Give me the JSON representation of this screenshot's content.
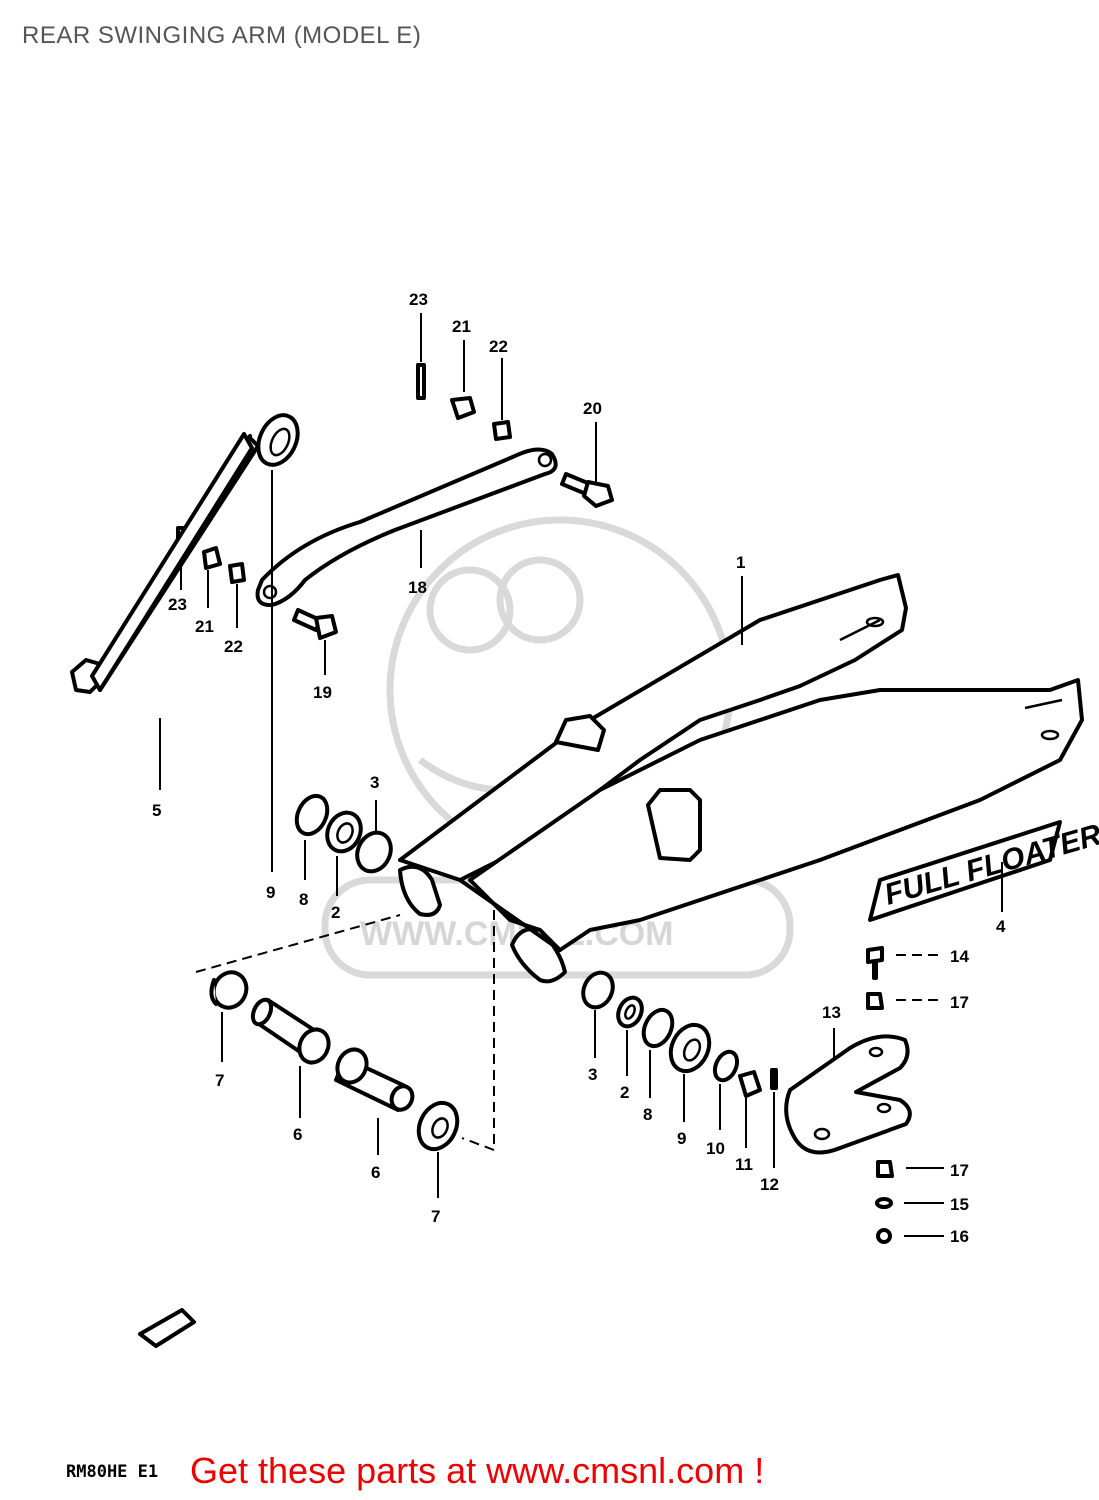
{
  "title": "REAR SWINGING ARM (MODEL E)",
  "watermark": "WWW.CMSNL.COM",
  "decal_text": "FULL FLOATER",
  "diagram_code": "RM80HE E1",
  "ad_text": "Get these parts at www.cmsnl.com !",
  "labels": {
    "p1": "1",
    "p2a": "2",
    "p2b": "2",
    "p3a": "3",
    "p3b": "3",
    "p4": "4",
    "p5": "5",
    "p6a": "6",
    "p6b": "6",
    "p7a": "7",
    "p7b": "7",
    "p8a": "8",
    "p8b": "8",
    "p9a": "9",
    "p9b": "9",
    "p10": "10",
    "p11": "11",
    "p12": "12",
    "p13": "13",
    "p14": "14",
    "p15": "15",
    "p16": "16",
    "p17a": "17",
    "p17b": "17",
    "p18": "18",
    "p19": "19",
    "p20": "20",
    "p21a": "21",
    "p21b": "21",
    "p22a": "22",
    "p22b": "22",
    "p23a": "23",
    "p23b": "23"
  },
  "colors": {
    "ad": "#ee0000",
    "title": "#555555",
    "watermark": "#d9d9d9"
  }
}
